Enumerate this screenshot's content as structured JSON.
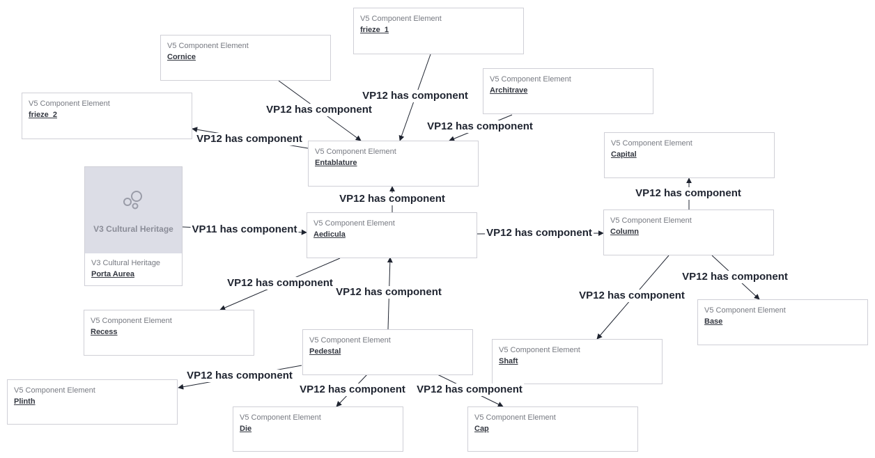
{
  "nodes": {
    "frieze_1": {
      "type": "V5 Component Element",
      "label": "frieze_1"
    },
    "cornice": {
      "type": "V5 Component Element",
      "label": "Cornice"
    },
    "architrave": {
      "type": "V5 Component Element",
      "label": "Architrave"
    },
    "frieze_2": {
      "type": "V5 Component Element",
      "label": "frieze_2"
    },
    "entablature": {
      "type": "V5 Component Element",
      "label": "Entablature"
    },
    "capital": {
      "type": "V5 Component Element",
      "label": "Capital"
    },
    "heritage": {
      "thumb_title": "V3 Cultural Heritage",
      "type": "V3 Cultural Heritage",
      "label": "Porta Aurea"
    },
    "aedicula": {
      "type": "V5 Component Element",
      "label": "Aedicula"
    },
    "column": {
      "type": "V5 Component Element",
      "label": "Column"
    },
    "base": {
      "type": "V5 Component Element",
      "label": "Base"
    },
    "recess": {
      "type": "V5 Component Element",
      "label": "Recess"
    },
    "pedestal": {
      "type": "V5 Component Element",
      "label": "Pedestal"
    },
    "shaft": {
      "type": "V5 Component Element",
      "label": "Shaft"
    },
    "plinth": {
      "type": "V5 Component Element",
      "label": "Plinth"
    },
    "die": {
      "type": "V5 Component Element",
      "label": "Die"
    },
    "cap": {
      "type": "V5 Component Element",
      "label": "Cap"
    }
  },
  "edges": {
    "cornice_entablature": "VP12 has component",
    "frieze1_entablature": "VP12 has component",
    "architrave_entablature": "VP12 has component",
    "entablature_frieze2": "VP12 has component",
    "aedicula_entablature": "VP12 has component",
    "heritage_aedicula": "VP11 has component",
    "aedicula_column": "VP12 has component",
    "column_capital": "VP12 has component",
    "aedicula_recess": "VP12 has component",
    "pedestal_aedicula": "VP12 has component",
    "column_base": "VP12 has component",
    "column_shaft": "VP12 has component",
    "pedestal_plinth": "VP12 has component",
    "pedestal_die": "VP12 has component",
    "pedestal_cap": "VP12 has component"
  }
}
